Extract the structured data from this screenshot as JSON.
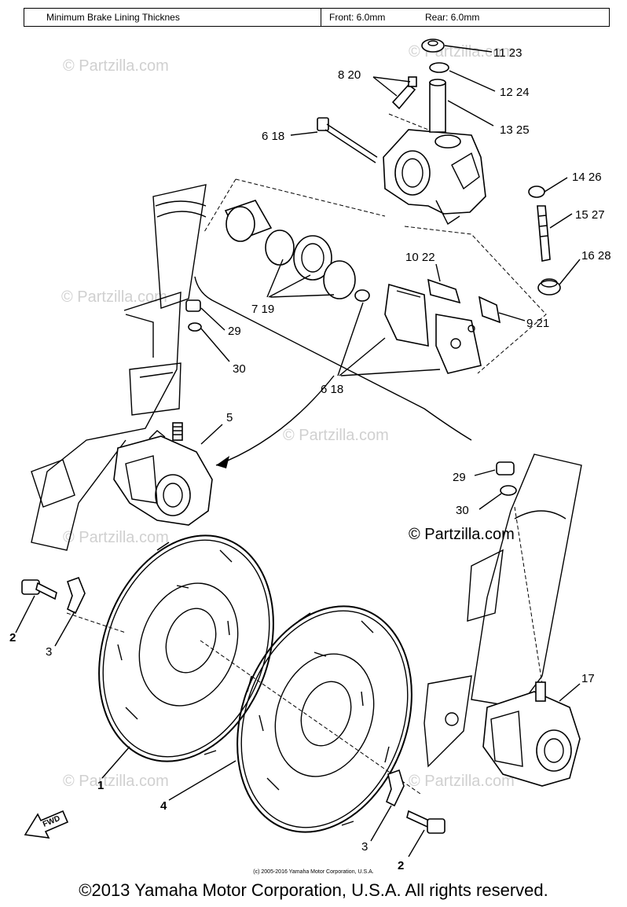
{
  "spec": {
    "name": "Minimum Brake Lining Thicknes",
    "front": "Front: 6.0mm",
    "rear": "Rear: 6.0mm"
  },
  "callouts": [
    {
      "id": "11-23",
      "text": "11 23"
    },
    {
      "id": "8-20",
      "text": "8 20"
    },
    {
      "id": "12-24",
      "text": "12 24"
    },
    {
      "id": "13-25",
      "text": "13 25"
    },
    {
      "id": "6-18-top",
      "text": "6 18"
    },
    {
      "id": "14-26",
      "text": "14 26"
    },
    {
      "id": "15-27",
      "text": "15 27"
    },
    {
      "id": "10-22",
      "text": "10 22"
    },
    {
      "id": "16-28",
      "text": "16 28"
    },
    {
      "id": "7-19",
      "text": "7 19"
    },
    {
      "id": "9-21",
      "text": "9 21"
    },
    {
      "id": "29-left",
      "text": "29"
    },
    {
      "id": "30-left",
      "text": "30"
    },
    {
      "id": "6-18-mid",
      "text": "6 18"
    },
    {
      "id": "5",
      "text": "5"
    },
    {
      "id": "29-right",
      "text": "29"
    },
    {
      "id": "30-right",
      "text": "30"
    },
    {
      "id": "2-left",
      "text": "2"
    },
    {
      "id": "3-left",
      "text": "3"
    },
    {
      "id": "17",
      "text": "17"
    },
    {
      "id": "1",
      "text": "1"
    },
    {
      "id": "4",
      "text": "4"
    },
    {
      "id": "3-right",
      "text": "3"
    },
    {
      "id": "2-right",
      "text": "2"
    }
  ],
  "fwd_label": "FWD",
  "watermarks": [
    "© Partzilla.com",
    "© Partzilla.com",
    "© Partzilla.com",
    "© Partzilla.com",
    "© Partzilla.com",
    "© Partzilla.com",
    "© Partzilla.com"
  ],
  "watermark_dark": "© Partzilla.com",
  "small_note": "(c) 2005-2016 Yamaha Motor Corporation, U.S.A.",
  "footer": "©2013 Yamaha Motor Corporation, U.S.A. All rights reserved."
}
